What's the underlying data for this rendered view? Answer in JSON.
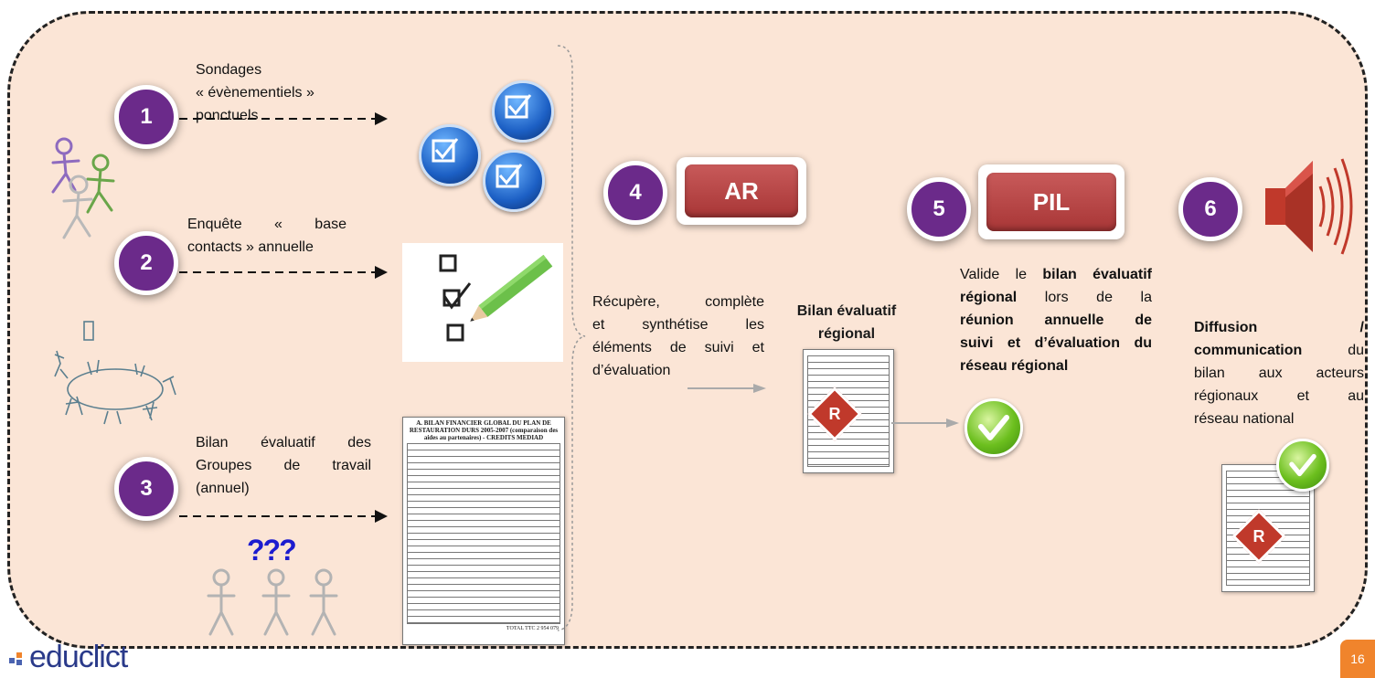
{
  "steps": {
    "s1": {
      "number": "1",
      "text_l1": "Sondages",
      "text_l2": "« évènementiels »",
      "text_l3": "ponctuels"
    },
    "s2": {
      "number": "2",
      "text_l1": "Enquête « base",
      "text_l2": "contacts » annuelle"
    },
    "s3": {
      "number": "3",
      "text_l1": "Bilan évaluatif des",
      "text_l2": "Groupes de travail",
      "text_l3": "(annuel)"
    },
    "s4": {
      "number": "4",
      "role": "AR",
      "text_l1": "Récupère, complète",
      "text_l2": "et synthétise les",
      "text_l3": "éléments de suivi et",
      "text_l4": "d’évaluation"
    },
    "s5": {
      "number": "5",
      "role": "PIL",
      "t1": "Valide le ",
      "t1b": "bilan évaluatif",
      "t2b": "régional",
      "t2": " lors de la",
      "t3b": "réunion annuelle de",
      "t4b": "suivi et d’évaluation du",
      "t5b": "réseau régional"
    },
    "s6": {
      "number": "6",
      "t1b": "Diffusion /",
      "t2b": "communication",
      "t2": " du",
      "t3": "bilan aux acteurs",
      "t4": "régionaux et au",
      "t5": "réseau national"
    }
  },
  "bilan_regional": {
    "line1": "Bilan évaluatif",
    "line2": "régional"
  },
  "financial_doc": {
    "title": "A. BILAN FINANCIER GLOBAL DU PLAN DE RESTAURATION DURS 2005-2007 (comparaison des aides au partenaires) - CREDITS MEDIAD",
    "total_label": "TOTAL TTC",
    "total_value": "2 954 079"
  },
  "badge_letter": "R",
  "questions": "???",
  "logo": "educlict",
  "page_number": "16",
  "colors": {
    "step_circle": "#6b2a8a",
    "role_box": "#b84444",
    "panel_bg": "#fbe5d6",
    "page_tab": "#f0842c"
  },
  "icons": [
    "people-icon",
    "survey-icon",
    "checklist-icon",
    "meeting-icon",
    "confused-people-icon",
    "document-icon",
    "validation-check-icon",
    "speaker-icon"
  ]
}
